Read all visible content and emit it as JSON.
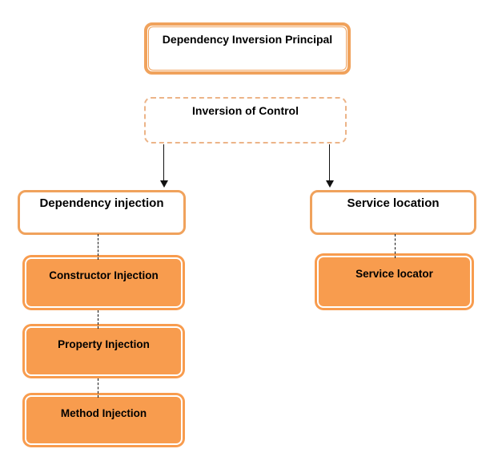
{
  "colors": {
    "border_orange": "#F0A25C",
    "fill_orange": "#F89C4E",
    "dashed_orange": "#ECB488",
    "inner_stroke": "#FFFFFF",
    "connector_black": "#111111"
  },
  "nodes": {
    "dip": {
      "label": "Dependency Inversion Principal"
    },
    "ioc": {
      "label": "Inversion of Control"
    },
    "di": {
      "label": "Dependency injection"
    },
    "sloc": {
      "label": "Service location"
    },
    "ci": {
      "label": "Constructor Injection"
    },
    "pi": {
      "label": "Property Injection"
    },
    "mi": {
      "label": "Method Injection"
    },
    "slr": {
      "label": "Service locator"
    }
  }
}
